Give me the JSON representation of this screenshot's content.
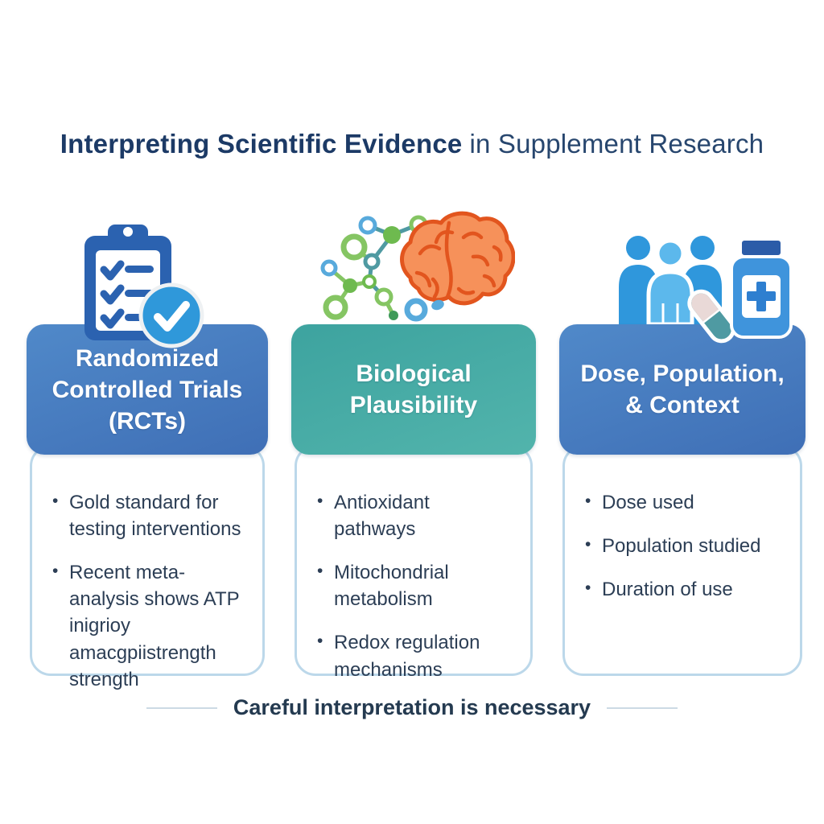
{
  "title": {
    "emphasis": "Interpreting Scientific Evidence",
    "rest": "in Supplement Research"
  },
  "columns": [
    {
      "header": "Randomized Controlled Trials (RCTs)",
      "icon": "clipboard-checklist-with-check-circle",
      "accent": "#4478bc",
      "bullets": [
        "Gold standard for testing interventions",
        "Recent meta-analysis shows ATP inigrioy amacgpiistrength strength"
      ]
    },
    {
      "header": "Biological Plausibility",
      "icon": "molecule-and-brain",
      "accent": "#45aba6",
      "bullets": [
        "Antioxidant pathways",
        "Mitochondrial metabolism",
        "Redox regulation mechanisms"
      ]
    },
    {
      "header": "Dose, Population, & Context",
      "icon": "people-capsule-medicine-bottle",
      "accent": "#447fc2",
      "bullets": [
        "Dose used",
        "Population studied",
        "Duration of use"
      ]
    }
  ],
  "footer": {
    "text": "Careful interpretation is necessary"
  },
  "colors": {
    "title_text": "#1c3a66",
    "header_blue": "#4478bc",
    "header_teal": "#45aba6",
    "header_text": "#ffffff",
    "body_border": "#bcd8ea",
    "body_text": "#2c3e55",
    "clipboard_blue": "#2b62b0",
    "check_circle_blue": "#2f98da",
    "people_blue": "#2f97dc",
    "person_center_blue": "#5cb8ec",
    "bottle_blue": "#3f94dc",
    "bottle_cap_blue": "#2b5ca8",
    "cross_blue": "#2e7fd0",
    "molecule_green": "#6eba4f",
    "molecule_teal": "#4f9aa2",
    "molecule_light_blue": "#58aadc",
    "brain_orange": "#f6915a",
    "brain_outline": "#e2551e",
    "capsule_pale": "#e9d9d7",
    "capsule_teal": "#4f9aa2",
    "footer_text": "#243a50",
    "footer_line": "#ccdae4"
  }
}
